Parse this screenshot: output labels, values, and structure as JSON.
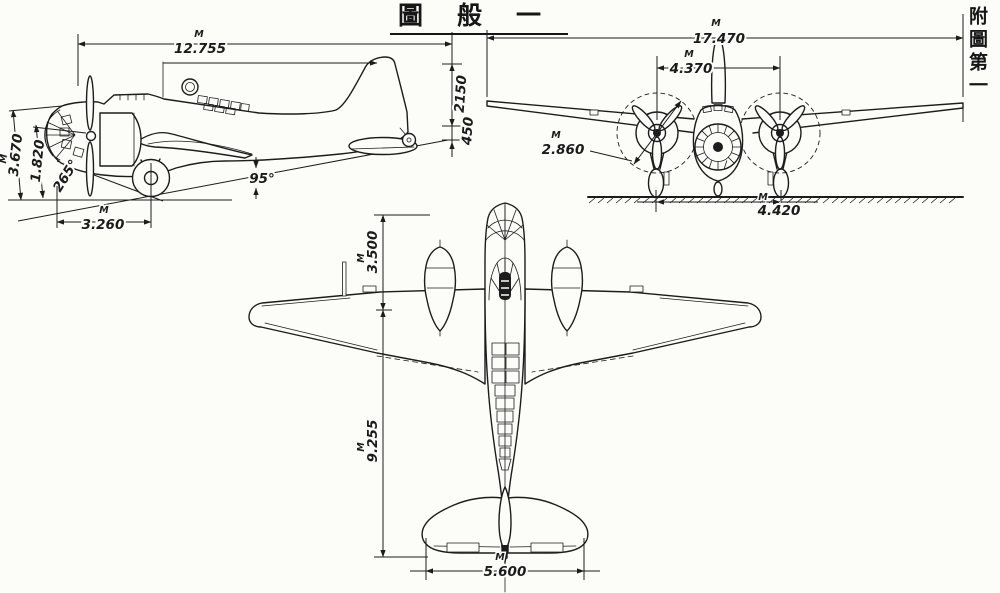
{
  "page": {
    "title": "圖般一",
    "side_note": "附圖第一",
    "unit": "M"
  },
  "dims": {
    "side": {
      "overall_length": "12.755",
      "nose_height": "3.670",
      "hub_height": "1.820",
      "nose_angle": "265°",
      "nose_to_wheel": "3.260",
      "fin_height": "2150",
      "tail_clearance": "450",
      "ground_angle": "95°"
    },
    "front": {
      "wingspan": "17.470",
      "engine_spacing": "4.370",
      "prop_diameter": "2.860",
      "wheel_track": "4.420"
    },
    "top": {
      "nose_to_wing": "3.500",
      "wing_to_tail": "9.255",
      "tailplane_span": "5.600"
    }
  }
}
